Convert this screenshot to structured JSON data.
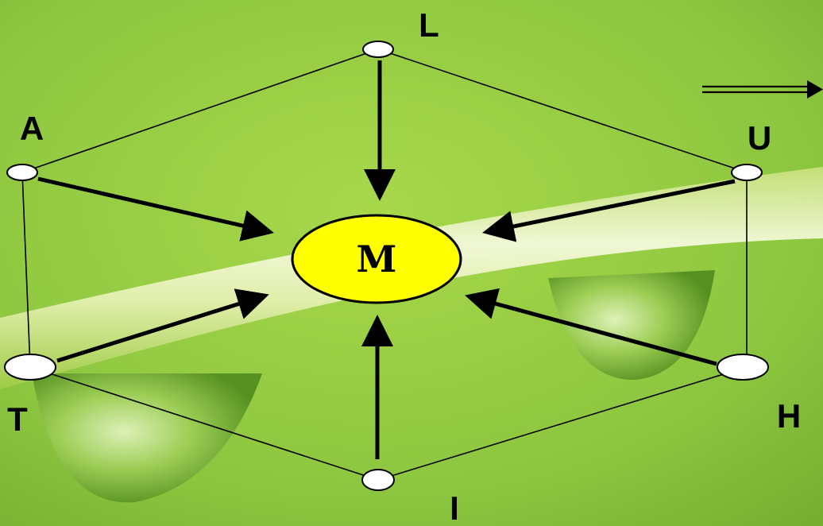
{
  "center": {
    "label": "M",
    "fill_color": "#ffff00"
  },
  "vertices": [
    {
      "id": "L",
      "label": "L"
    },
    {
      "id": "A",
      "label": "A"
    },
    {
      "id": "U",
      "label": "U"
    },
    {
      "id": "T",
      "label": "T"
    },
    {
      "id": "H",
      "label": "H"
    },
    {
      "id": "I",
      "label": "I"
    }
  ],
  "hexagon_edges": [
    [
      "L",
      "U"
    ],
    [
      "U",
      "H"
    ],
    [
      "H",
      "I"
    ],
    [
      "I",
      "T"
    ],
    [
      "T",
      "A"
    ],
    [
      "A",
      "L"
    ]
  ],
  "arrows_to_center": [
    "L",
    "A",
    "U",
    "T",
    "H",
    "I"
  ],
  "implies_arrow": {
    "symbol": "double-line-right-arrow"
  },
  "colors": {
    "background_green": "#8cc63f",
    "stem_highlight": "#f4f9dc",
    "node_fill": "#ffffff",
    "stroke": "#000000"
  }
}
